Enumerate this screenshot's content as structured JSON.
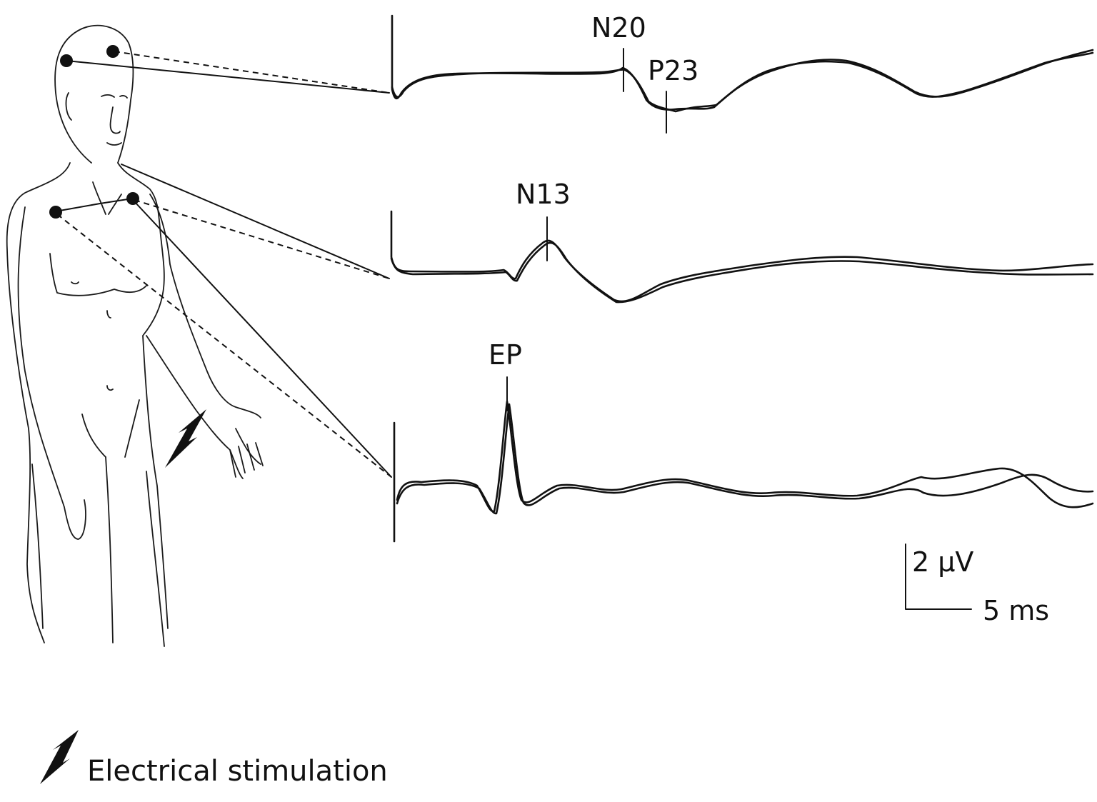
{
  "labels": {
    "n20": "N20",
    "p23": "P23",
    "n13": "N13",
    "ep": "EP"
  },
  "scale_bar": {
    "amplitude": "2 µV",
    "time": "5 ms"
  },
  "legend": {
    "icon": "lightning-bolt-icon",
    "text": "Electrical stimulation"
  },
  "colors": {
    "ink": "#111111",
    "background": "#ffffff"
  }
}
